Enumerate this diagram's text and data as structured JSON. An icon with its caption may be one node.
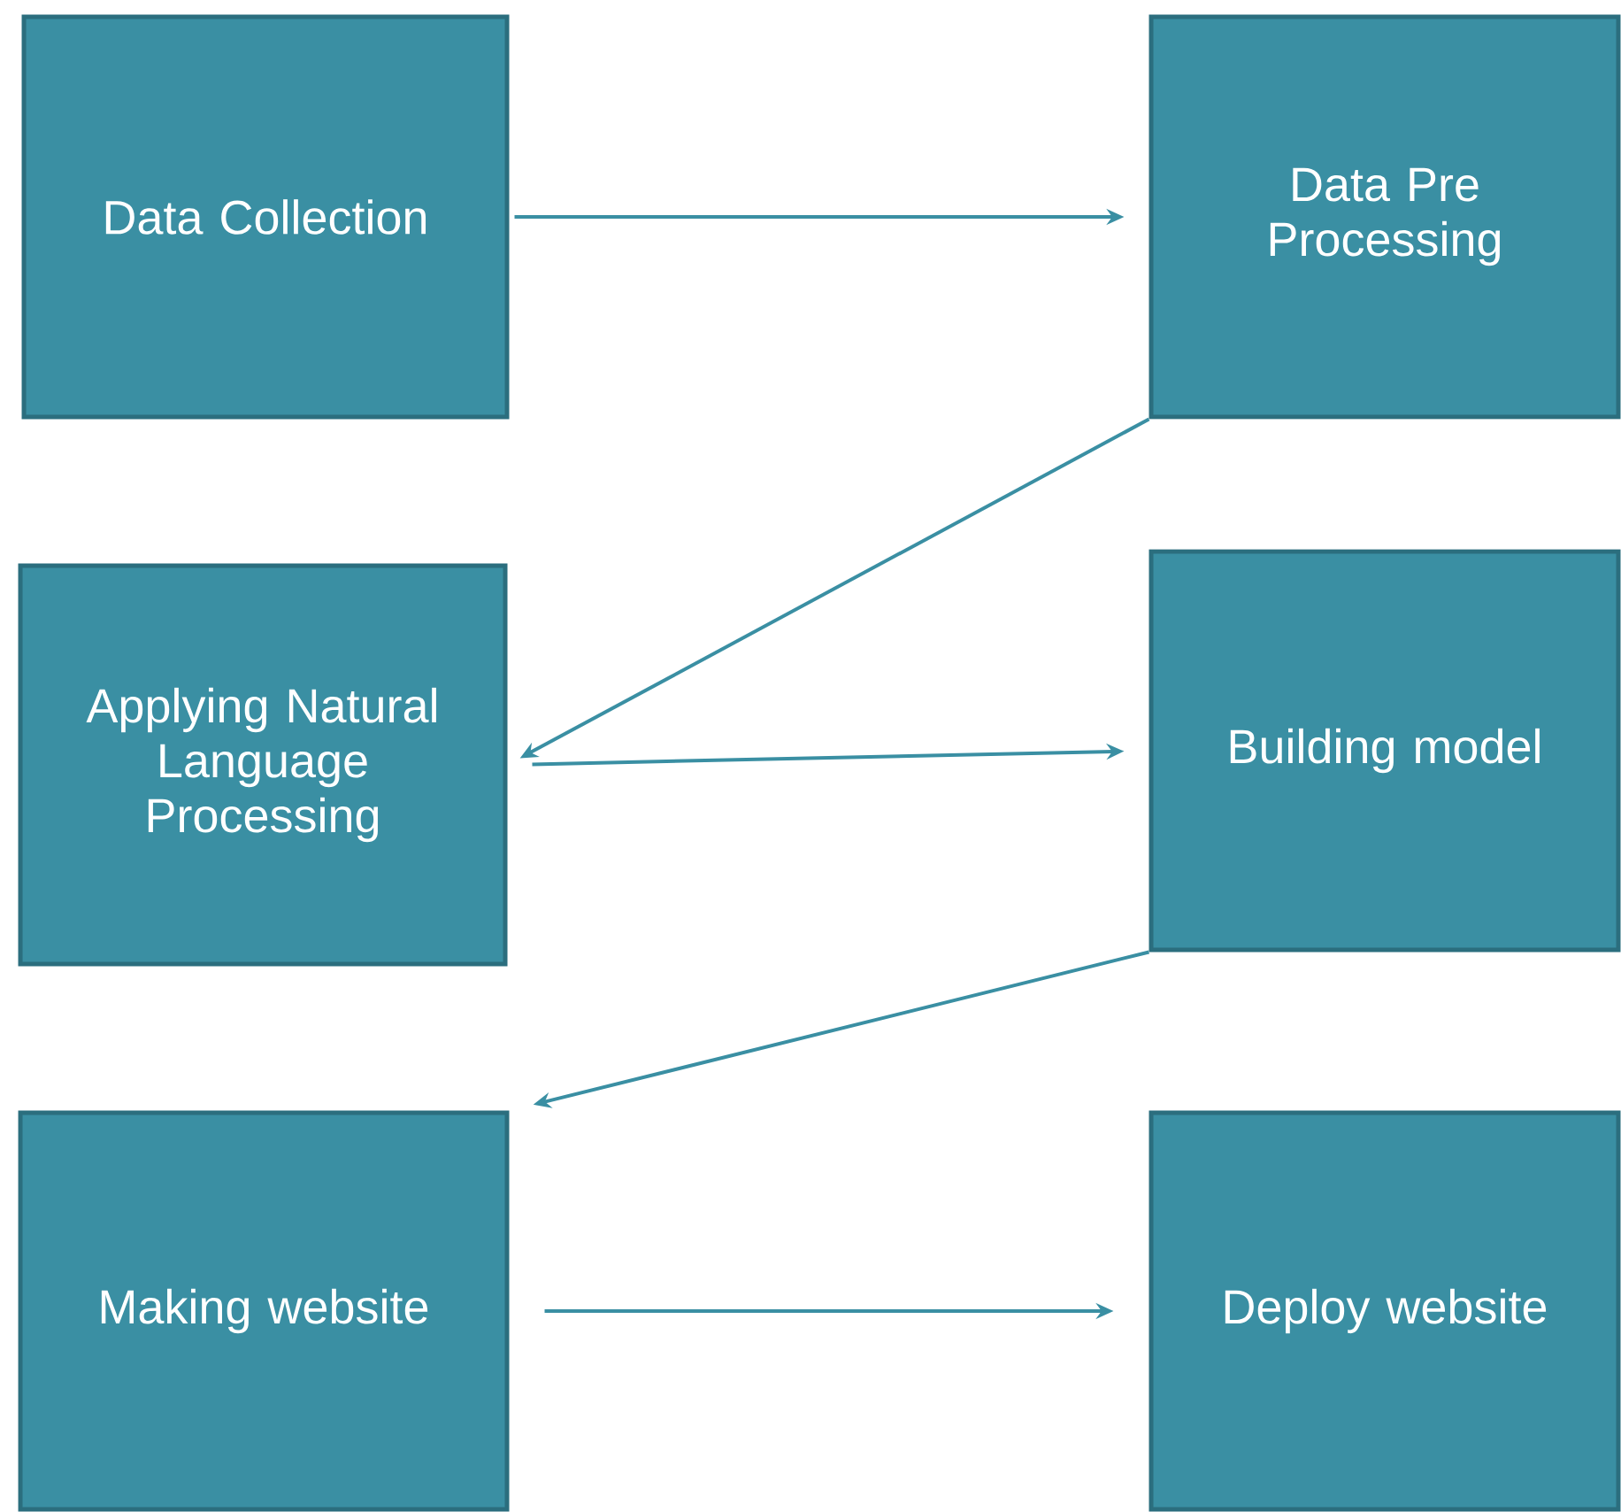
{
  "diagram": {
    "nodes": [
      {
        "text": [
          "Data Collection"
        ]
      },
      {
        "text": [
          "Data Pre Processing"
        ]
      },
      {
        "text": [
          "Applying Natural Language Processing"
        ]
      },
      {
        "text": [
          "Building model"
        ]
      },
      {
        "text": [
          "Making website"
        ]
      },
      {
        "text": [
          "Deploy website"
        ]
      }
    ],
    "edges": [
      {
        "from": 0,
        "to": 1,
        "arrow": "to"
      },
      {
        "from": 1,
        "to": 2,
        "arrow": "to"
      },
      {
        "from": 2,
        "to": 3,
        "arrow": "to"
      },
      {
        "from": 3,
        "to": 4,
        "arrow": "to"
      },
      {
        "from": 4,
        "to": 5,
        "arrow": "to"
      }
    ]
  }
}
